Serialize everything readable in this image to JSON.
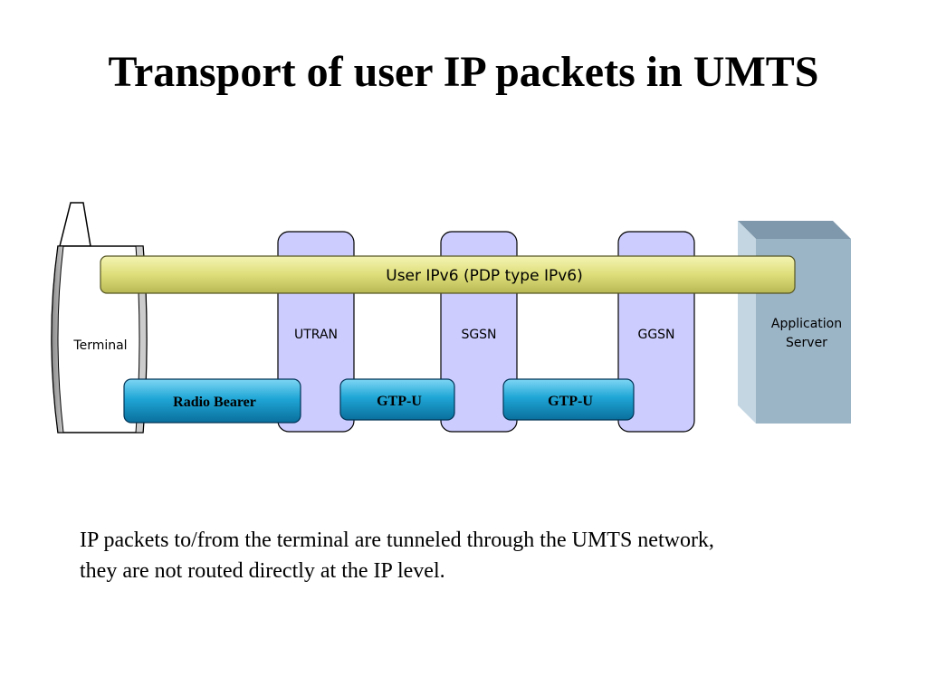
{
  "title": "Transport of user IP packets in UMTS",
  "nodes": {
    "terminal": "Terminal",
    "utran": "UTRAN",
    "sgsn": "SGSN",
    "ggsn": "GGSN",
    "app_server_line1": "Application",
    "app_server_line2": "Server"
  },
  "ip_bar": "User IPv6 (PDP type IPv6)",
  "tunnels": {
    "radio_bearer": "Radio Bearer",
    "gtp_u_1": "GTP-U",
    "gtp_u_2": "GTP-U"
  },
  "caption": {
    "line1": "IP packets to/from the terminal are tunneled through the UMTS network,",
    "line2": "they are not routed directly at the IP level."
  },
  "colors": {
    "node_fill": "#ccccff",
    "ip_bar_fill": "#dede7a",
    "tunnel_fill": "#1fa6d6",
    "server_front": "#9bb4c6",
    "server_side": "#c3d6e2",
    "server_top": "#7f98ab"
  }
}
